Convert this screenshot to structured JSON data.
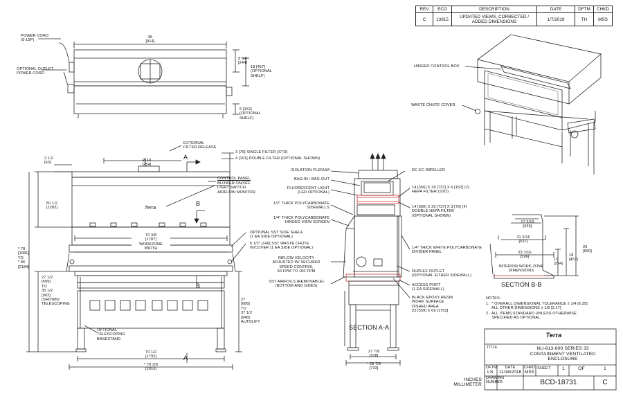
{
  "revision_table": {
    "headers": [
      "REV",
      "ECO",
      "DESCRIPTION",
      "DATE",
      "DFTM",
      "CHKD"
    ],
    "row": {
      "rev": "C",
      "eco": "13915",
      "description": "UPDATED VIEWS, CORRECTED / ADDED DIMENSIONS",
      "date": "1/7/2019",
      "dftm": "TH",
      "chkd": "MSS"
    }
  },
  "top_view": {
    "power_cord": "POWER CORD\n(5-15P)",
    "optional_outlet": "OPTIONAL OUTLET\nPOWER CORD",
    "dim_width": "36\n[914]",
    "dim_9_5_8": "9 5/8\n[244]",
    "dim_18": "18 [457]\n(OPTIONAL\nSHELF)",
    "dim_6": "6 [152]\n(OPTIONAL\nSHELF)"
  },
  "front_view": {
    "external_filter": "EXTERNAL\nFILTER RELEASE",
    "dim_2_5": "2 1/2\n[63]",
    "dim_dia": "Ø 10\n[254]",
    "single_filter": "3 [76] SINGLE FILTER (STD)",
    "double_filter": "4 [101] DOUBLE FILTER (OPTIONAL SHOWN)",
    "control_panel": "CONTROL PANEL",
    "control_items": "BLOWER ON/OFF\nLIGHT SWITCH\nAIRFLOW MONITOR",
    "logo": "Terra",
    "section_a": "A",
    "section_b": "B",
    "dim_50": "50 1/2\n[1282]",
    "dim_78": "* 78\n[1981]\nTO\n* 86\n[2184]",
    "dim_70_top": "70 3/8\n[1787]\nWORKZONE\nWIDTH",
    "opt_shelf": "OPTIONAL SST SIDE SHELF\n(1 EA SIDE OPTIONAL)",
    "waste_chute": "5 1/2\" [140] SST WASTE CHUTE\nW/COVER (1 EA SIDE OPTIONAL)",
    "inflow": "INFLOW VELOCITY\nADJUSTED W/ SECURED\nSPEED CONTROL\n60 FPM TO 100 FPM",
    "airfoils": "SST AIRFOILS (REMOVABLE)\n(BOTTOM AND SIDES)",
    "dim_27_left": "27 1/2\n[699]\nTO\n35 1/2\n[902]\n(SHOWN)\nTELESCOPING",
    "dim_27_right": "27\n[686]\nTO\n37 1/2\n[946]\nAUTOLIFT",
    "basestand": "OPTIONAL\nTELESCOPING\nBASESTAND",
    "dim_70_bottom": "70 1/2\n[1792]",
    "dim_79": "* 79 3/8\n[2016]"
  },
  "section_aa": {
    "title": "SECTION A-A",
    "isolation": "ISOLATION PLENUM",
    "bagin": "BAG-IN / BAG-OUT",
    "fluor": "FLUORESCENT LIGHT\n(LED OPTIONAL)",
    "poly_side": "1/2\" THICK POLYCARBONATE\nSIDEWALLS",
    "poly_screen": "1/4\" THICK POLYCARBONATE\nHINGED VIEW SCREEN",
    "dc_impeller": "DC EC IMPELLER",
    "hepa_std": "14 [356] X 29 [737] X 6 [152] (2)\nHEPA FILTER (STD)",
    "hepa_double": "14 [356] X 29 [737] X 3 [76] (4)\nDOUBLE HEPA FILTER\n(OPTIONAL SHOWN)",
    "divider": "1/4\" THICK WHITE POLYCARBONATE\nDIVIDER PANEL",
    "duplex": "DUPLEX OUTLET\n(OPTIONAL EITHER SIDEWALL)",
    "access": "ACCESS PORT\n(1 EA SIDEWALL)",
    "epoxy": "BLACK EPOXY RESIN\nWORK SURFACE\nDISHED AREA\n22 [559] X 69 [1753]",
    "dim_27_7_8": "27 7/8\n[708]",
    "dim_28_7_8": "* 28 7/8\n[733]"
  },
  "iso_view": {
    "hinged": "HINGED CONTROL BOX",
    "waste": "WASTE CHUTE COVER"
  },
  "section_bb": {
    "title": "SECTION B-B",
    "dim_17": "17 3/16\n[436]",
    "dim_21": "21 3/16\n[537]",
    "dim_23": "23 7/16\n[596]",
    "dim_10": "10\n[254]",
    "dim_18": "18\n[457]",
    "dim_26": "26\n[660]",
    "interior": "INTERIOR WORK ZONE\nDIMENSIONS"
  },
  "notes": {
    "heading": "NOTES:",
    "n1": "1.  * OVERALL DIMENSIONAL TOLERANCE ± 1/4 [6.35]\n     ALL OTHER DIMENSIONS ± 1/8 [3.17]",
    "n2": "2.  ALL ITEMS STANDARD UNLESS OTHERWISE\n     SPECIFIED AS OPTIONAL"
  },
  "title_block": {
    "logo": "Terra",
    "title_label": "TITLE",
    "title": "NU-813-600 SERIES 33\nCONTAINMENT VENTILATED\nENCLOSURE",
    "dftm_label": "DFTM",
    "dftm": "LS",
    "date_label": "DATE",
    "date": "11/16/2016",
    "chkd_label": "CHKD",
    "chkd": "MSS",
    "sheet_label": "SHEET",
    "sheet": "1",
    "of_label": "OF",
    "of": "1",
    "dwg_label": "DRAWING\nNUMBER",
    "dwg": "BCD-18731",
    "rev": "C",
    "units": "INCHES\nMILLIMETER"
  }
}
